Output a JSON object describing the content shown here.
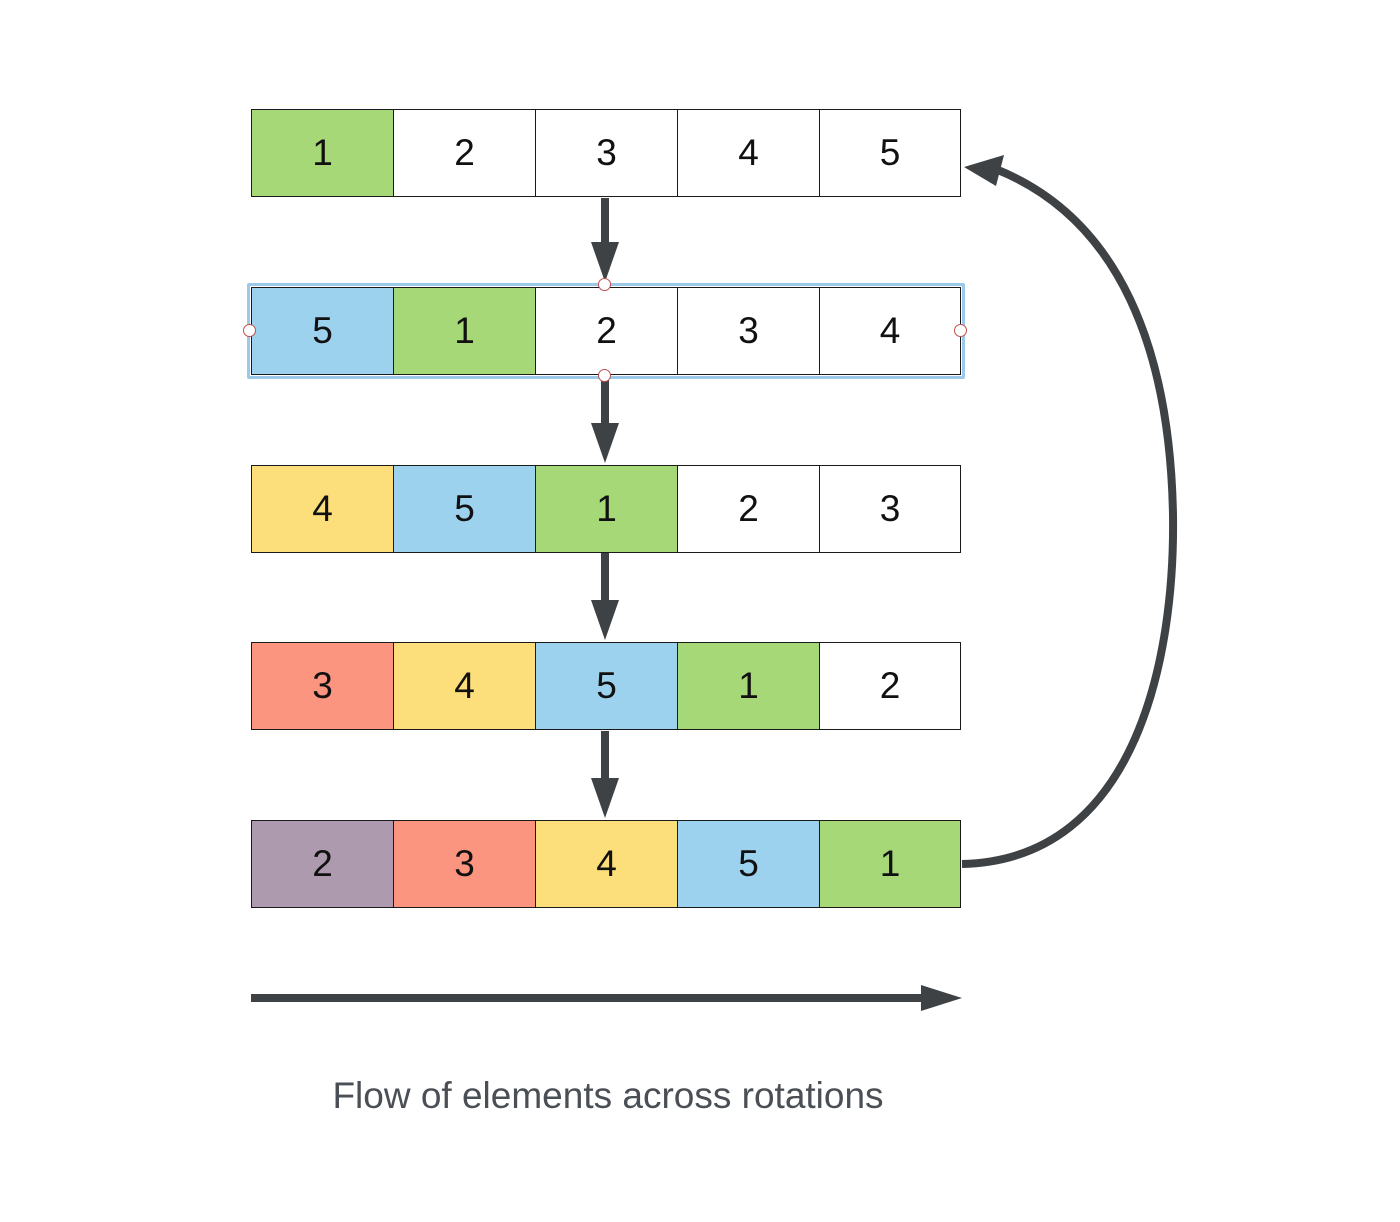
{
  "colors": {
    "green": "#a6d878",
    "blue": "#9dd2ef",
    "yellow": "#fcdf7a",
    "red": "#fb9580",
    "purple": "#ad9aae",
    "white": "#ffffff",
    "arrow": "#3f4245",
    "selection": "#9cc9ea"
  },
  "rows": [
    {
      "cells": [
        {
          "label": "1",
          "color": "green"
        },
        {
          "label": "2",
          "color": "white"
        },
        {
          "label": "3",
          "color": "white"
        },
        {
          "label": "4",
          "color": "white"
        },
        {
          "label": "5",
          "color": "white"
        }
      ]
    },
    {
      "selected": true,
      "cells": [
        {
          "label": "5",
          "color": "blue"
        },
        {
          "label": "1",
          "color": "green"
        },
        {
          "label": "2",
          "color": "white"
        },
        {
          "label": "3",
          "color": "white"
        },
        {
          "label": "4",
          "color": "white"
        }
      ]
    },
    {
      "cells": [
        {
          "label": "4",
          "color": "yellow"
        },
        {
          "label": "5",
          "color": "blue"
        },
        {
          "label": "1",
          "color": "green"
        },
        {
          "label": "2",
          "color": "white"
        },
        {
          "label": "3",
          "color": "white"
        }
      ]
    },
    {
      "cells": [
        {
          "label": "3",
          "color": "red"
        },
        {
          "label": "4",
          "color": "yellow"
        },
        {
          "label": "5",
          "color": "blue"
        },
        {
          "label": "1",
          "color": "green"
        },
        {
          "label": "2",
          "color": "white"
        }
      ]
    },
    {
      "cells": [
        {
          "label": "2",
          "color": "purple"
        },
        {
          "label": "3",
          "color": "red"
        },
        {
          "label": "4",
          "color": "yellow"
        },
        {
          "label": "5",
          "color": "blue"
        },
        {
          "label": "1",
          "color": "green"
        }
      ]
    }
  ],
  "caption": "Flow of elements across rotations"
}
